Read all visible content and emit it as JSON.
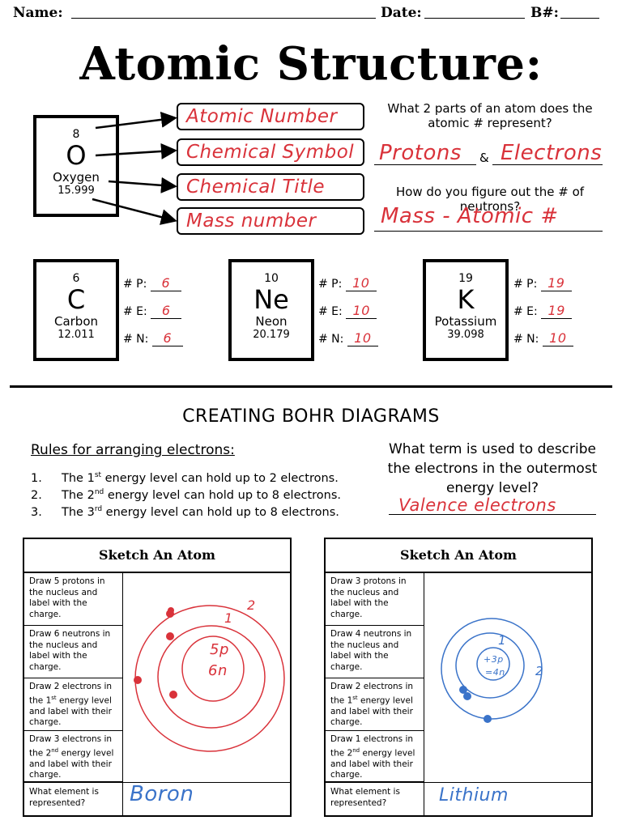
{
  "header": {
    "name_label": "Name:",
    "date_label": "Date:",
    "b_label": "B#:"
  },
  "title": "Atomic Structure:",
  "oxygen": {
    "number": "8",
    "symbol": "O",
    "name": "Oxygen",
    "mass": "15.999",
    "labels": [
      "Atomic Number",
      "Chemical Symbol",
      "Chemical Title",
      "Mass number"
    ]
  },
  "questions": {
    "q1": "What 2 parts of an atom does the atomic # represent?",
    "q1_answer_a": "Protons",
    "q1_and": "&",
    "q1_answer_b": "Electrons",
    "q2": "How do you figure out the # of neutrons?",
    "q2_answer": "Mass - Atomic #"
  },
  "elements": [
    {
      "number": "6",
      "symbol": "C",
      "name": "Carbon",
      "mass": "12.011",
      "p": "6",
      "e": "6",
      "n": "6"
    },
    {
      "number": "10",
      "symbol": "Ne",
      "name": "Neon",
      "mass": "20.179",
      "p": "10",
      "e": "10",
      "n": "10"
    },
    {
      "number": "19",
      "symbol": "K",
      "name": "Potassium",
      "mass": "39.098",
      "p": "19",
      "e": "19",
      "n": "10"
    }
  ],
  "pen_labels": {
    "p": "# P:",
    "e": "# E:",
    "n": "# N:"
  },
  "bohr": {
    "title": "CREATING BOHR DIAGRAMS",
    "rules_heading": "Rules for arranging electrons:",
    "rules": [
      {
        "num": "1.",
        "pre": "The 1",
        "sup": "st",
        "post": " energy level can hold up to 2 electrons."
      },
      {
        "num": "2.",
        "pre": "The 2",
        "sup": "nd",
        "post": " energy level can hold up to 8 electrons."
      },
      {
        "num": "3.",
        "pre": "The 3",
        "sup": "rd",
        "post": " energy level can hold up to 8 electrons."
      }
    ],
    "term_question": "What term is used to describe the electrons in the outermost energy level?",
    "term_answer": "Valence electrons"
  },
  "sketches": [
    {
      "heading": "Sketch An Atom",
      "cells": [
        {
          "pre": "Draw 5 protons in the nucleus and label with the charge.",
          "sup": "",
          "post": ""
        },
        {
          "pre": "Draw 6 neutrons in the nucleus and label with the charge.",
          "sup": "",
          "post": ""
        },
        {
          "pre": "Draw 2 electrons in the 1",
          "sup": "st",
          "post": " energy level and label with their charge."
        },
        {
          "pre": "Draw 3 electrons in the 2",
          "sup": "nd",
          "post": " energy level and label with their charge."
        }
      ],
      "question": "What element is represented?",
      "answer": "Boron",
      "nucleus_p": "5p",
      "nucleus_n": "6n",
      "ring1": "1",
      "ring2": "2",
      "ink": "#d9323a"
    },
    {
      "heading": "Sketch An Atom",
      "cells": [
        {
          "pre": "Draw 3 protons in the nucleus and label with the charge.",
          "sup": "",
          "post": ""
        },
        {
          "pre": "Draw 4 neutrons in the nucleus and label with the charge.",
          "sup": "",
          "post": ""
        },
        {
          "pre": "Draw 2 electrons in the 1",
          "sup": "st",
          "post": " energy level and label with their charge."
        },
        {
          "pre": "Draw 1 electrons in the 2",
          "sup": "nd",
          "post": " energy level and label with their charge."
        }
      ],
      "question": "What element is represented?",
      "answer": "Lithium",
      "nucleus_p": "+3p",
      "nucleus_n": "=4n",
      "ring1": "1",
      "ring2": "2",
      "ink": "#3a73c9"
    }
  ]
}
